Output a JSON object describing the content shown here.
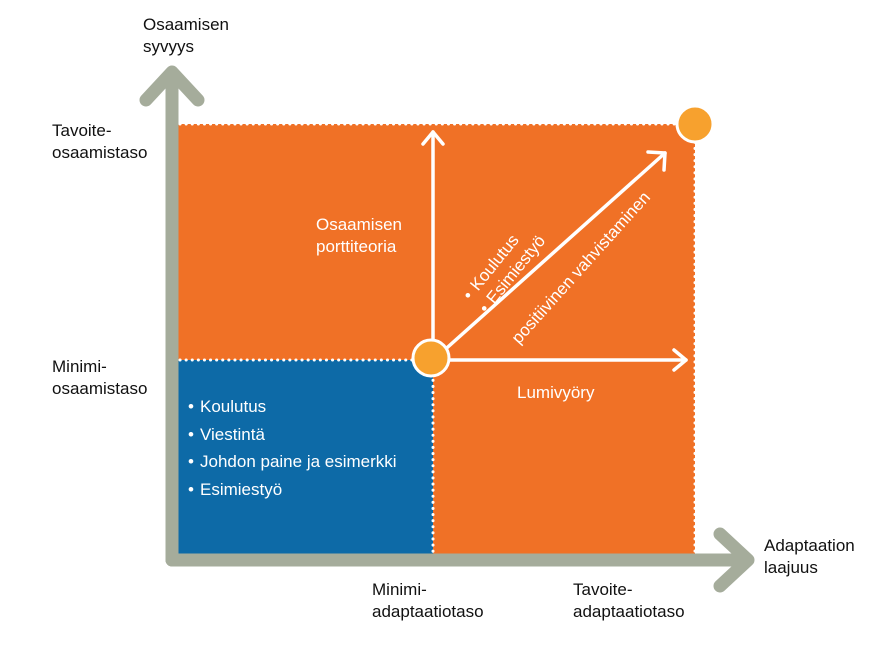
{
  "colors": {
    "orange": "#f07126",
    "blue": "#0d6aa7",
    "axis": "#a5ac9b",
    "marker": "#f7a12e",
    "border": "#ffffff"
  },
  "y_axis": {
    "title_line1": "Osaamisen",
    "title_line2": "syvyys",
    "upper_label_line1": "Tavoite-",
    "upper_label_line2": "osaamistaso",
    "lower_label_line1": "Minimi-",
    "lower_label_line2": "osaamistaso"
  },
  "x_axis": {
    "title_line1": "Adaptaation",
    "title_line2": "laajuus",
    "left_label_line1": "Minimi-",
    "left_label_line2": "adaptaatiotaso",
    "right_label_line1": "Tavoite-",
    "right_label_line2": "adaptaatiotaso"
  },
  "quadrants": {
    "top_left": {
      "line1": "Osaamisen",
      "line2": "portti­teoria",
      "text": "Osaamisen porttiteoria"
    },
    "bottom_right": {
      "text": "Lumivyöry"
    },
    "bottom_left_bullets": [
      "Koulutus",
      "Viestintä",
      "Johdon paine ja esimerkki",
      "Esimiestyö"
    ],
    "diagonal_bullets": [
      "Koulutus",
      "Esimiestyö"
    ],
    "diagonal_label": "positiivinen vahvistaminen"
  }
}
